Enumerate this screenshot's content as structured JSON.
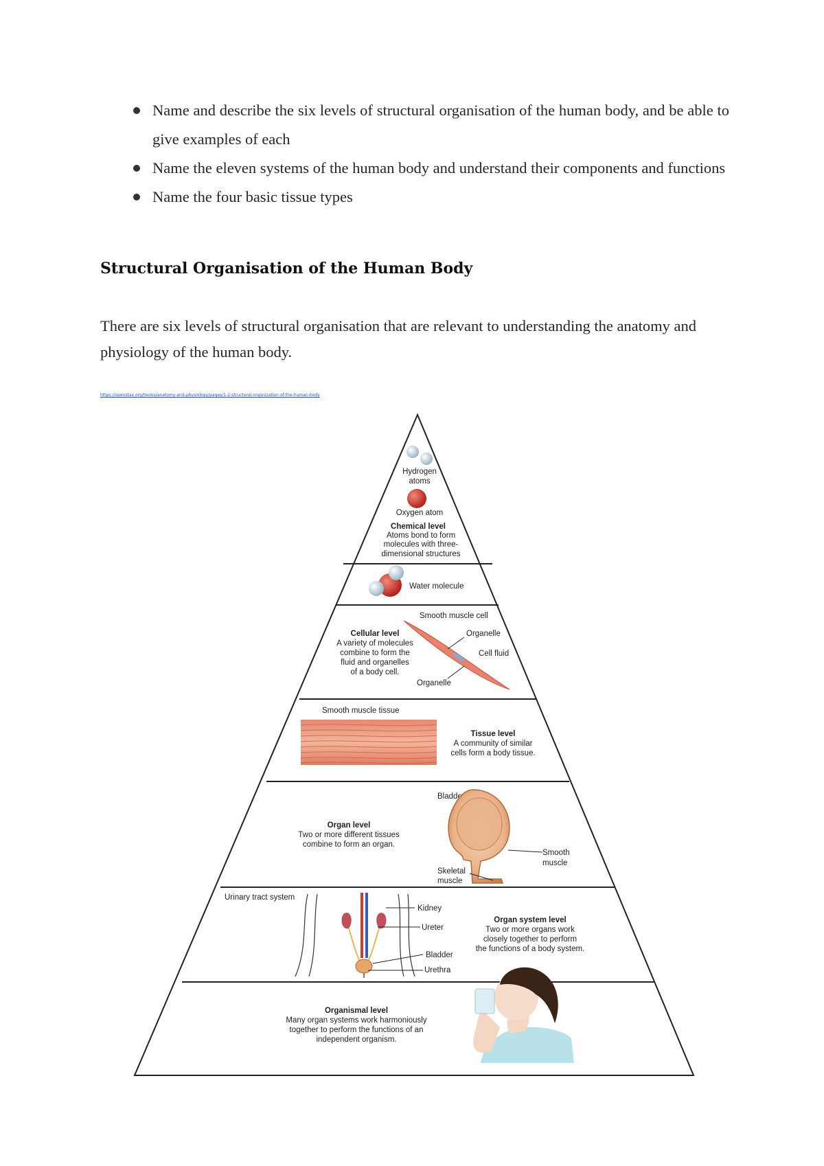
{
  "bullets": [
    "Name and describe the six levels of structural organisation of the human body, and be able to give examples of each",
    "Name the eleven systems of the human body and understand their components and functions",
    "Name the four basic tissue types"
  ],
  "heading": "Structural Organisation of the Human Body",
  "intro": "There are six levels of structural organisation that are relevant to understanding the anatomy and physiology of the human body.",
  "source_link": "https://openstax.org/books/anatomy-and-physiology/pages/1-2-structural-organization-of-the-human-body",
  "figure": {
    "chemical": {
      "hydrogen_line1": "Hydrogen",
      "hydrogen_line2": "atoms",
      "oxygen": "Oxygen atom",
      "title": "Chemical level",
      "desc": [
        "Atoms bond to form",
        "molecules with three-",
        "dimensional structures"
      ]
    },
    "water": "Water molecule",
    "cellular": {
      "cell_label": "Smooth muscle cell",
      "organelle_top": "Organelle",
      "cell_fluid": "Cell fluid",
      "organelle_bottom": "Organelle",
      "title": "Cellular level",
      "desc": [
        "A variety of molecules",
        "combine to form the",
        "fluid and organelles",
        "of a body cell."
      ]
    },
    "tissue": {
      "tissue_label": "Smooth muscle tissue",
      "title": "Tissue level",
      "desc": [
        "A community of similar",
        "cells form a body tissue."
      ]
    },
    "organ": {
      "bladder": "Bladder",
      "title": "Organ level",
      "desc": [
        "Two or more different tissues",
        "combine to form an organ."
      ],
      "smooth_line1": "Smooth",
      "smooth_line2": "muscle",
      "skeletal_line1": "Skeletal",
      "skeletal_line2": "muscle"
    },
    "system": {
      "system_label": "Urinary tract system",
      "kidney": "Kidney",
      "ureter": "Ureter",
      "bladder": "Bladder",
      "urethra": "Urethra",
      "title": "Organ system level",
      "desc": [
        "Two or more organs work",
        "closely together to perform",
        "the functions of a body system."
      ]
    },
    "organism": {
      "title": "Organismal level",
      "desc": [
        "Many organ systems work harmoniously",
        "together to perform the functions of an",
        "independent organism."
      ]
    }
  }
}
